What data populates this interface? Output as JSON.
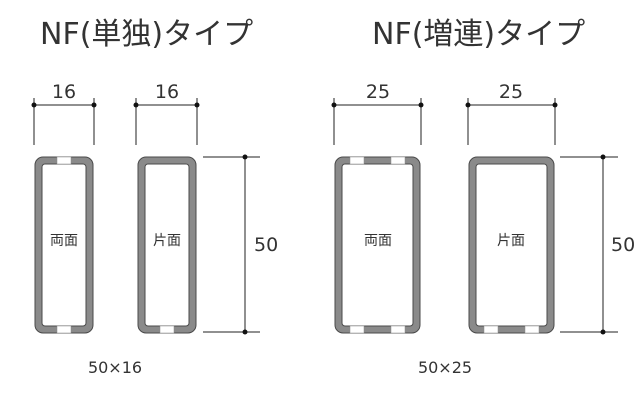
{
  "titles": {
    "single": "NF(単独)タイプ",
    "series": "NF(増連)タイプ"
  },
  "profiles": [
    {
      "width_label": "16",
      "face_label": "両面"
    },
    {
      "width_label": "16",
      "face_label": "片面"
    },
    {
      "width_label": "25",
      "face_label": "両面"
    },
    {
      "width_label": "25",
      "face_label": "片面"
    }
  ],
  "heights": {
    "single": "50",
    "series": "50"
  },
  "captions": {
    "single": "50×16",
    "series": "50×25"
  }
}
